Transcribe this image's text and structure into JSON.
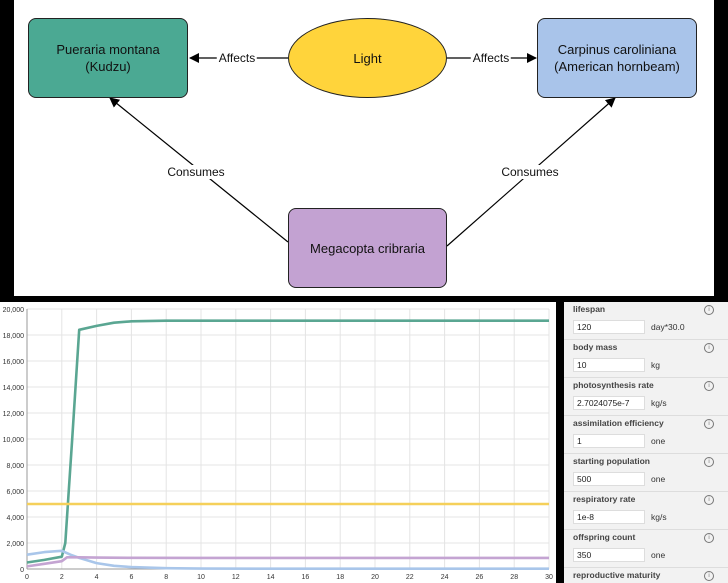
{
  "diagram": {
    "nodes": {
      "kudzu": {
        "label": "Pueraria montana\n(Kudzu)",
        "color": "#4ba993"
      },
      "light": {
        "label": "Light",
        "color": "#ffd43b"
      },
      "hornbeam": {
        "label": "Carpinus caroliniana\n(American hornbeam)",
        "color": "#a9c4ea"
      },
      "bug": {
        "label": "Megacopta cribraria",
        "color": "#c3a2d2"
      }
    },
    "edges": {
      "light_to_kudzu": "Affects",
      "light_to_hornbeam": "Affects",
      "bug_to_kudzu": "Consumes",
      "bug_to_hornbeam": "Consumes"
    }
  },
  "chart_data": {
    "type": "line",
    "xlim": [
      0,
      30
    ],
    "ylim": [
      0,
      20000
    ],
    "x_ticks": [
      "0",
      "2",
      "4",
      "6",
      "8",
      "10",
      "12",
      "14",
      "16",
      "18",
      "20",
      "22",
      "24",
      "26",
      "28",
      "30"
    ],
    "y_ticks": [
      "0",
      "2,000",
      "4,000",
      "6,000",
      "8,000",
      "10,000",
      "12,000",
      "14,000",
      "16,000",
      "18,000",
      "20,000"
    ],
    "grid": true,
    "series": [
      {
        "color": "#5aa692",
        "x": [
          0,
          1,
          2,
          2.2,
          2.6,
          3,
          4,
          5,
          6,
          8,
          10,
          15,
          20,
          25,
          30
        ],
        "y": [
          500,
          700,
          950,
          2000,
          10000,
          18400,
          18700,
          18950,
          19050,
          19100,
          19100,
          19100,
          19100,
          19100,
          19100
        ]
      },
      {
        "color": "#f5d05a",
        "x": [
          0,
          30
        ],
        "y": [
          5000,
          5000
        ]
      },
      {
        "color": "#a9c6ea",
        "x": [
          0,
          1,
          2,
          2.5,
          3,
          4,
          5,
          6,
          8,
          10,
          15,
          20,
          25,
          30
        ],
        "y": [
          1100,
          1300,
          1400,
          1100,
          850,
          450,
          250,
          150,
          60,
          30,
          20,
          20,
          20,
          20
        ]
      },
      {
        "color": "#c4a4d2",
        "x": [
          0,
          1,
          2,
          2.3,
          3,
          4,
          6,
          10,
          20,
          30
        ],
        "y": [
          200,
          400,
          600,
          900,
          900,
          880,
          860,
          850,
          850,
          850
        ]
      }
    ]
  },
  "panel": {
    "params": [
      {
        "label": "lifespan",
        "value": "120",
        "unit": "day*30.0"
      },
      {
        "label": "body mass",
        "value": "10",
        "unit": "kg"
      },
      {
        "label": "photosynthesis rate",
        "value": "2.7024075e-7",
        "unit": "kg/s"
      },
      {
        "label": "assimilation efficiency",
        "value": "1",
        "unit": "one"
      },
      {
        "label": "starting population",
        "value": "500",
        "unit": "one"
      },
      {
        "label": "respiratory rate",
        "value": "1e-8",
        "unit": "kg/s"
      },
      {
        "label": "offspring count",
        "value": "350",
        "unit": "one"
      },
      {
        "label": "reproductive maturity",
        "value": "",
        "unit": ""
      }
    ],
    "info_glyph": "i"
  }
}
